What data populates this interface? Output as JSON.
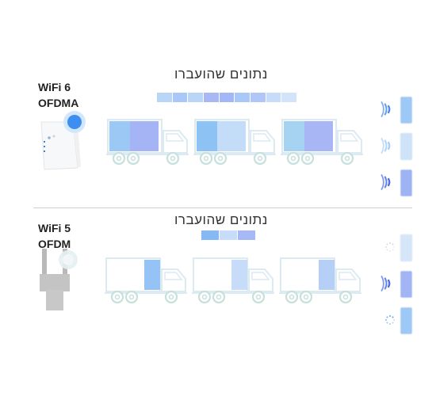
{
  "sections": [
    {
      "title": "נתונים שהועברו",
      "label_line1": "WiFi 6",
      "label_line2": "OFDMA",
      "bar_blocks": [
        "#b9d6f6",
        "#a9c8f7",
        "#b9d6f6",
        "#a9b7f4",
        "#a3b6f7",
        "#a9c8f7",
        "#b0c6f6",
        "#c7dcf8",
        "#d3e4fa"
      ],
      "trucks": [
        {
          "segments": [
            "#9cc8f6",
            "#a5b4f5"
          ]
        },
        {
          "segments": [
            "#8cc3f4",
            "#c3dcf8"
          ]
        },
        {
          "segments": [
            "#a7d3f2",
            "#a9b6f5"
          ]
        }
      ],
      "phones": [
        {
          "color": "#9ec9f7",
          "signal": "wifi",
          "signal_color": "#4f8ee6"
        },
        {
          "color": "#cfe3f8",
          "signal": "wifi",
          "signal_color": "#a8cdf6"
        },
        {
          "color": "#9db3f4",
          "signal": "wifi",
          "signal_color": "#4f6fe0"
        }
      ]
    },
    {
      "title": "נתונים שהועברו",
      "label_line1": "WiFi 5",
      "label_line2": "OFDM",
      "bar_blocks": [
        "#86b8f4",
        "#c6dcf8",
        "#a7b8f6"
      ],
      "trucks": [
        {
          "segments": [
            "#96c3f6"
          ]
        },
        {
          "segments": [
            "#c7dcf8"
          ]
        },
        {
          "segments": [
            "#b5cff6"
          ]
        }
      ],
      "phones": [
        {
          "color": "#d6e6f9",
          "signal": "loading",
          "signal_color": "#d0d8e0"
        },
        {
          "color": "#a3b4f4",
          "signal": "wifi",
          "signal_color": "#4f6fe0"
        },
        {
          "color": "#9ec9f7",
          "signal": "loading",
          "signal_color": "#6aa3e8"
        }
      ]
    }
  ],
  "colors": {
    "truck_outline": "#dceaf2",
    "wheel_outline": "#c7e0dc",
    "router_glow": "#3d8ef0",
    "divider": "#cfcfcf"
  }
}
